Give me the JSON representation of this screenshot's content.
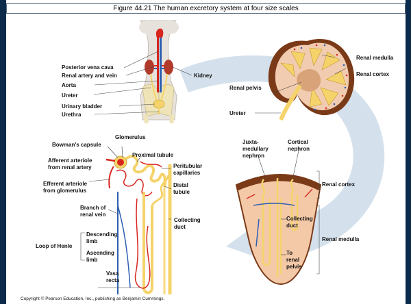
{
  "title": "Figure 44.21  The human excretory system at four size scales",
  "labels": {
    "posterior_vena_cava": "Posterior vena cava",
    "renal_artery_vein": "Renal artery and vein",
    "aorta": "Aorta",
    "ureter_body": "Ureter",
    "urinary_bladder": "Urinary bladder",
    "urethra": "Urethra",
    "kidney": "Kidney",
    "renal_medulla_top": "Renal medulla",
    "renal_cortex_top": "Renal cortex",
    "renal_pelvis": "Renal pelvis",
    "ureter_kidney": "Ureter",
    "bowmans_capsule": "Bowman's capsule",
    "glomerulus": "Glomerulus",
    "proximal_tubule": "Proximal tubule",
    "afferent_arteriole": [
      "Afferent arteriole",
      "from renal artery"
    ],
    "peritubular_capillaries": [
      "Peritubular",
      "capillaries"
    ],
    "efferent_arteriole": [
      "Efferent arteriole",
      "from glomerulus"
    ],
    "distal_tubule": [
      "Distal",
      "tubule"
    ],
    "branch_renal_vein": [
      "Branch of",
      "renal vein"
    ],
    "collecting_duct_nephron": [
      "Collecting",
      "duct"
    ],
    "loop_of_henle": "Loop of Henle",
    "descending_limb": [
      "Descending",
      "limb"
    ],
    "ascending_limb": [
      "Ascending",
      "limb"
    ],
    "vasa_recta": [
      "Vasa",
      "recta"
    ],
    "juxtamedullary_nephron": [
      "Juxta-",
      "medullary",
      "nephron"
    ],
    "cortical_nephron": [
      "Cortical",
      "nephron"
    ],
    "renal_cortex_section": "Renal cortex",
    "collecting_duct_section": [
      "Collecting",
      "duct"
    ],
    "renal_medulla_section": "Renal medulla",
    "to_renal_pelvis": [
      "To",
      "renal",
      "pelvis"
    ]
  },
  "copyright": "Copyright © Pearson Education, Inc., publishing as Benjamin Cummings.",
  "colors": {
    "background": "#0c2a4a",
    "arrow": "#c9d9e8",
    "tubule": "#f5d36a",
    "artery": "#d7261e",
    "vein": "#2d5fb0",
    "tissue": "#f4c9a8",
    "cortex": "#7a3a18"
  }
}
